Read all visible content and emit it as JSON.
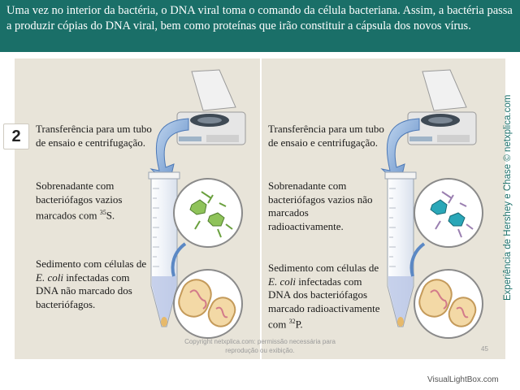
{
  "header": {
    "text": "Uma vez no interior da bactéria, o DNA viral toma o comando da célula bacteriana. Assim, a bactéria passa a produzir cópias do DNA viral, bem como proteínas que irão constituir a cápsula dos novos vírus."
  },
  "badge": "2",
  "left": {
    "transfer": "Transferência para um tubo de ensaio e centrifugação.",
    "supernatant_prefix": "Sobrenadante com bacteriófagos vazios marcados com ",
    "supernatant_sup": "35",
    "supernatant_suffix": "S.",
    "sediment_prefix": "Sedimento com células de ",
    "sediment_italic": "E. coli",
    "sediment_suffix": " infectadas com DNA não marcado dos bacteriófagos."
  },
  "right": {
    "transfer": "Transferência para um tubo de ensaio e centrifugação.",
    "supernatant": "Sobrenadante com bacteriófagos vazios não marcados radioactivamente.",
    "sediment_prefix": "Sedimento com células de ",
    "sediment_italic": "E. coli",
    "sediment_suffix": " infectadas com DNA dos bacteriófagos marcado radioactivamente com ",
    "sediment_sup": "32",
    "sediment_end": "P."
  },
  "side_caption": "Experiência de Hershey e Chase © netxplica.com",
  "copyright": "Copyright netxplica.com: permissão necessária para reprodução ou exibição.",
  "page_number": "45",
  "watermark": "VisualLightBox.com",
  "colors": {
    "header_bg": "#1a6f68",
    "panel_bg": "#e8e4d9",
    "arrow_blue": "#6e9bd1",
    "left_phage": "#8fc35a",
    "right_phage": "#2aa7b8",
    "cell_fill": "#f3d9a6",
    "tube_liquid": "#b9c6e6"
  }
}
